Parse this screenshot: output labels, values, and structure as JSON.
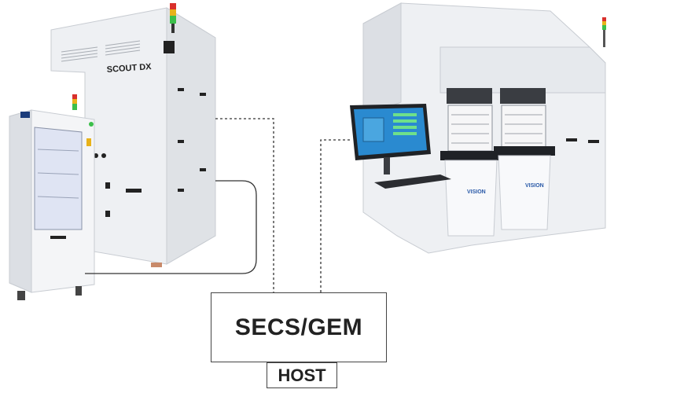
{
  "machines": {
    "left_tall": {
      "brand_label": "SCOUT DX"
    },
    "left_small": {},
    "right": {
      "brand_label": "VISION"
    }
  },
  "host": {
    "protocol_label": "SECS/GEM",
    "host_label": "HOST"
  },
  "colors": {
    "line": "#333333",
    "machine_body": "#f2f3f5",
    "machine_shadow": "#d9dce0",
    "screen": "#2a8ad0"
  }
}
